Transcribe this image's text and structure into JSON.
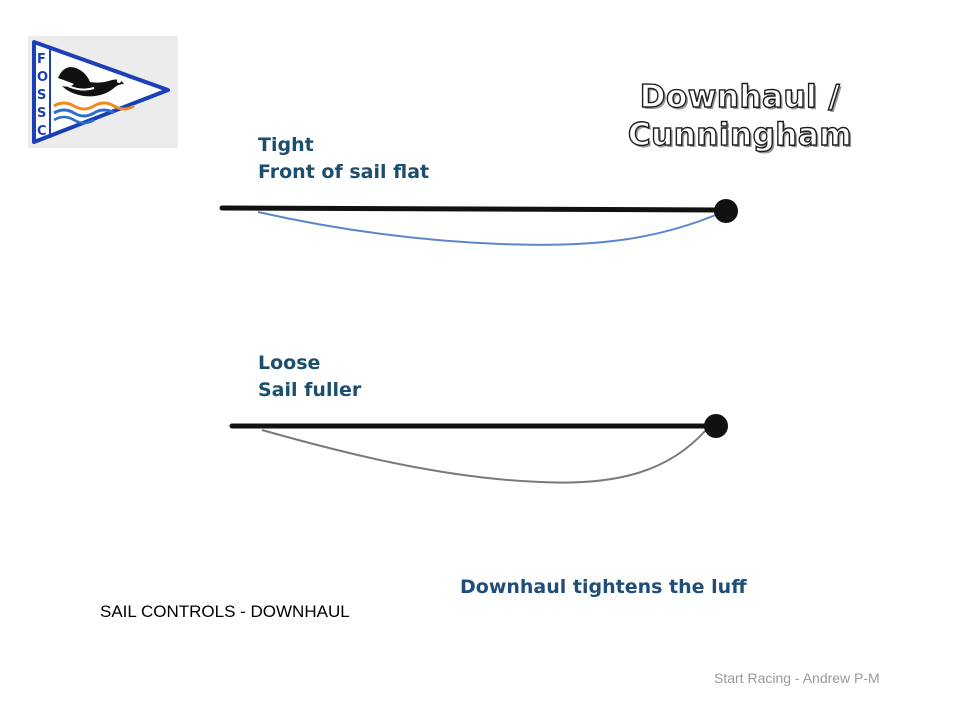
{
  "logo": {
    "icon": "burgee-goose-logo",
    "letters": [
      "F",
      "O",
      "S",
      "S",
      "C"
    ],
    "colors": {
      "border": "#1a3fb8",
      "letters": "#1a3fb8",
      "wave_orange": "#f08a1c",
      "wave_blue": "#2a6fd0"
    }
  },
  "title": {
    "line1": "Downhaul /",
    "line2": "Cunningham"
  },
  "tight": {
    "line1": "Tight",
    "line2": "Front of sail flat"
  },
  "loose": {
    "line1": "Loose",
    "line2": "Sail fuller"
  },
  "caption": "Downhaul tightens the luff",
  "slide_title": "SAIL CONTROLS -  DOWNHAUL",
  "footer": "Start Racing - Andrew P-M",
  "colors": {
    "label": "#1c4f6e",
    "caption": "#1f4e79",
    "boom": "#111111",
    "sail_tight": "#5b86c8",
    "sail_loose": "#7a7a7a"
  }
}
